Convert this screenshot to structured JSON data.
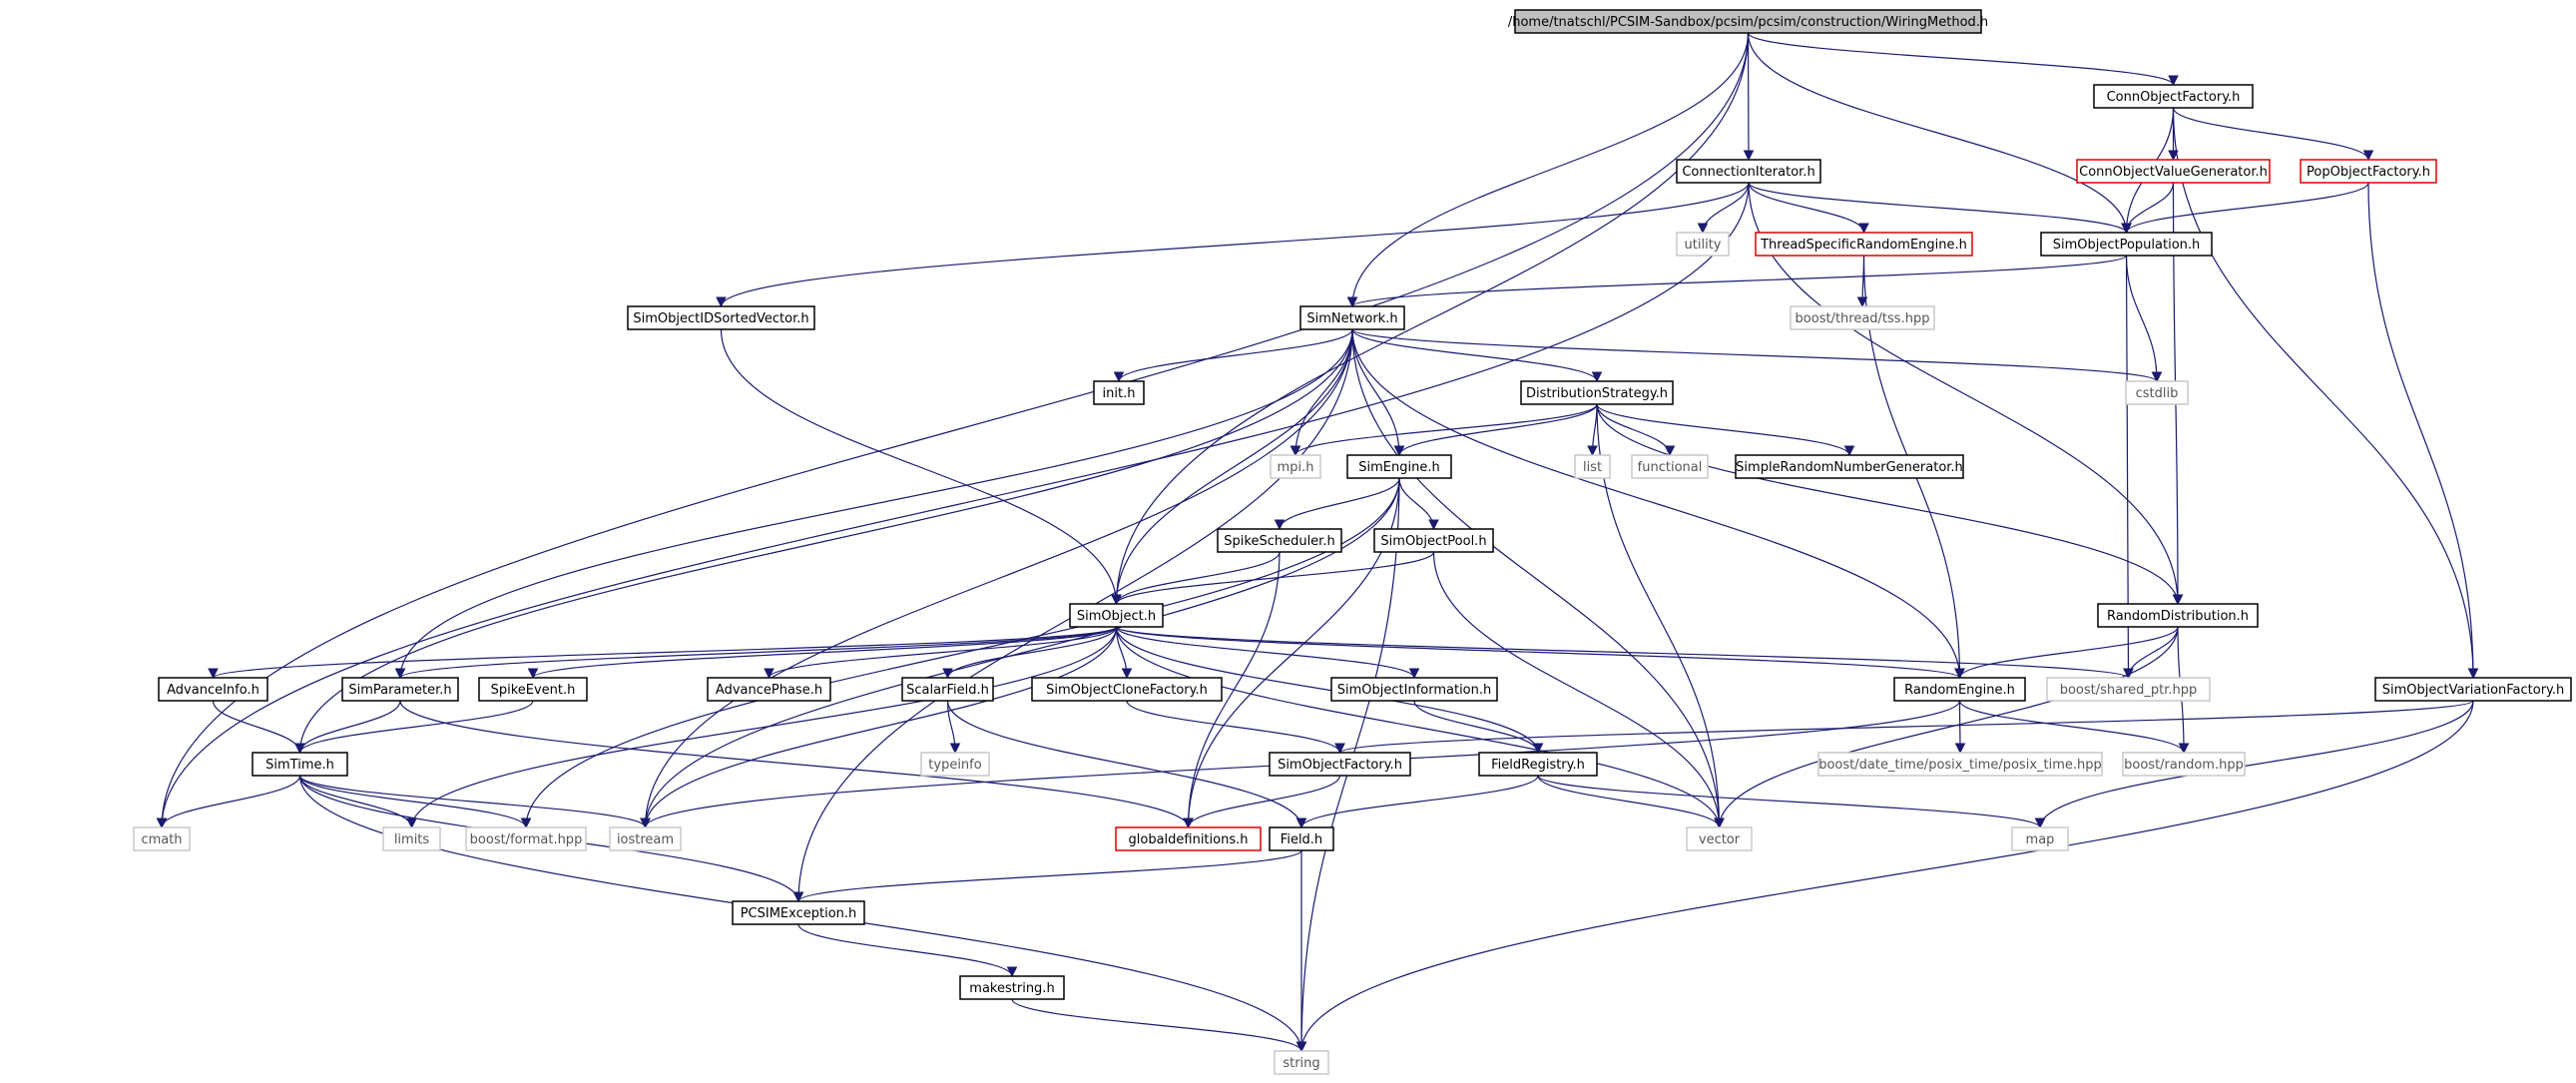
{
  "colors": {
    "edge": "#1a1a6e",
    "border_default": "#000000",
    "border_red": "#e00000",
    "border_system": "#c8c8c8",
    "fill_root": "#bfbfbf",
    "fill_default": "#ffffff"
  },
  "nodes": [
    {
      "id": "root",
      "label": "/home/tnatschl/PCSIM-Sandbox/pcsim/pcsim/construction/WiringMethod.h",
      "style": "root"
    },
    {
      "id": "connobjectfactory",
      "label": "ConnObjectFactory.h",
      "style": "normal"
    },
    {
      "id": "connectioniterator",
      "label": "ConnectionIterator.h",
      "style": "normal"
    },
    {
      "id": "connobjectvaluegenerator",
      "label": "ConnObjectValueGenerator.h",
      "style": "red"
    },
    {
      "id": "popobjectfactory",
      "label": "PopObjectFactory.h",
      "style": "red"
    },
    {
      "id": "utility",
      "label": "utility",
      "style": "system"
    },
    {
      "id": "threadspecificrandomengine",
      "label": "ThreadSpecificRandomEngine.h",
      "style": "red"
    },
    {
      "id": "simobjectpopulation",
      "label": "SimObjectPopulation.h",
      "style": "normal"
    },
    {
      "id": "simobjectidsortedvector",
      "label": "SimObjectIDSortedVector.h",
      "style": "normal"
    },
    {
      "id": "simnetwork",
      "label": "SimNetwork.h",
      "style": "normal"
    },
    {
      "id": "boostthreadtss",
      "label": "boost/thread/tss.hpp",
      "style": "system"
    },
    {
      "id": "inith",
      "label": "init.h",
      "style": "normal"
    },
    {
      "id": "distributionstrategy",
      "label": "DistributionStrategy.h",
      "style": "normal"
    },
    {
      "id": "cstdlib",
      "label": "cstdlib",
      "style": "system"
    },
    {
      "id": "mpih",
      "label": "mpi.h",
      "style": "system"
    },
    {
      "id": "simengine",
      "label": "SimEngine.h",
      "style": "normal"
    },
    {
      "id": "list",
      "label": "list",
      "style": "system"
    },
    {
      "id": "functional",
      "label": "functional",
      "style": "system"
    },
    {
      "id": "simplerandomnumbergenerator",
      "label": "SimpleRandomNumberGenerator.h",
      "style": "normal"
    },
    {
      "id": "spikescheduler",
      "label": "SpikeScheduler.h",
      "style": "normal"
    },
    {
      "id": "simobjectpool",
      "label": "SimObjectPool.h",
      "style": "normal"
    },
    {
      "id": "simobject",
      "label": "SimObject.h",
      "style": "normal"
    },
    {
      "id": "randomdistribution",
      "label": "RandomDistribution.h",
      "style": "normal"
    },
    {
      "id": "advanceinfo",
      "label": "AdvanceInfo.h",
      "style": "normal"
    },
    {
      "id": "simparameter",
      "label": "SimParameter.h",
      "style": "normal"
    },
    {
      "id": "spikeevent",
      "label": "SpikeEvent.h",
      "style": "normal"
    },
    {
      "id": "advancephase",
      "label": "AdvancePhase.h",
      "style": "normal"
    },
    {
      "id": "scalarfield",
      "label": "ScalarField.h",
      "style": "normal"
    },
    {
      "id": "simobjectclonefactory",
      "label": "SimObjectCloneFactory.h",
      "style": "normal"
    },
    {
      "id": "simobjectinformation",
      "label": "SimObjectInformation.h",
      "style": "normal"
    },
    {
      "id": "randomengine",
      "label": "RandomEngine.h",
      "style": "normal"
    },
    {
      "id": "boostsharedptr",
      "label": "boost/shared_ptr.hpp",
      "style": "system"
    },
    {
      "id": "simobjectvariationfactory",
      "label": "SimObjectVariationFactory.h",
      "style": "normal"
    },
    {
      "id": "simtime",
      "label": "SimTime.h",
      "style": "normal"
    },
    {
      "id": "typeinfo",
      "label": "typeinfo",
      "style": "system"
    },
    {
      "id": "simobjectfactory",
      "label": "SimObjectFactory.h",
      "style": "normal"
    },
    {
      "id": "fieldregistry",
      "label": "FieldRegistry.h",
      "style": "normal"
    },
    {
      "id": "boostposixtime",
      "label": "boost/date_time/posix_time/posix_time.hpp",
      "style": "system"
    },
    {
      "id": "boostrandom",
      "label": "boost/random.hpp",
      "style": "system"
    },
    {
      "id": "cmath",
      "label": "cmath",
      "style": "system"
    },
    {
      "id": "limits",
      "label": "limits",
      "style": "system"
    },
    {
      "id": "boostformat",
      "label": "boost/format.hpp",
      "style": "system"
    },
    {
      "id": "iostream",
      "label": "iostream",
      "style": "system"
    },
    {
      "id": "globaldefinitions",
      "label": "globaldefinitions.h",
      "style": "red"
    },
    {
      "id": "fieldh",
      "label": "Field.h",
      "style": "normal"
    },
    {
      "id": "vector",
      "label": "vector",
      "style": "system"
    },
    {
      "id": "map",
      "label": "map",
      "style": "system"
    },
    {
      "id": "pcsimexception",
      "label": "PCSIMException.h",
      "style": "normal"
    },
    {
      "id": "makestring",
      "label": "makestring.h",
      "style": "normal"
    },
    {
      "id": "string",
      "label": "string",
      "style": "system"
    }
  ],
  "edges": [
    [
      "root",
      "connobjectfactory"
    ],
    [
      "root",
      "connectioniterator"
    ],
    [
      "root",
      "simobjectpopulation"
    ],
    [
      "root",
      "simnetwork"
    ],
    [
      "root",
      "simobject"
    ],
    [
      "root",
      "cmath"
    ],
    [
      "connobjectfactory",
      "connobjectvaluegenerator"
    ],
    [
      "connobjectfactory",
      "popobjectfactory"
    ],
    [
      "connobjectfactory",
      "simobjectpopulation"
    ],
    [
      "connobjectfactory",
      "simobjectvariationfactory"
    ],
    [
      "connobjectvaluegenerator",
      "simobjectpopulation"
    ],
    [
      "connobjectvaluegenerator",
      "randomdistribution"
    ],
    [
      "popobjectfactory",
      "simobjectpopulation"
    ],
    [
      "popobjectfactory",
      "simobjectvariationfactory"
    ],
    [
      "connectioniterator",
      "utility"
    ],
    [
      "connectioniterator",
      "threadspecificrandomengine"
    ],
    [
      "connectioniterator",
      "simobjectpopulation"
    ],
    [
      "connectioniterator",
      "simobjectidsortedvector"
    ],
    [
      "connectioniterator",
      "randomdistribution"
    ],
    [
      "connectioniterator",
      "cmath"
    ],
    [
      "threadspecificrandomengine",
      "boostthreadtss"
    ],
    [
      "threadspecificrandomengine",
      "randomengine"
    ],
    [
      "simobjectpopulation",
      "simnetwork"
    ],
    [
      "simobjectpopulation",
      "cstdlib"
    ],
    [
      "simobjectpopulation",
      "boostsharedptr"
    ],
    [
      "simobjectidsortedvector",
      "simobject"
    ],
    [
      "simnetwork",
      "inith"
    ],
    [
      "simnetwork",
      "distributionstrategy"
    ],
    [
      "simnetwork",
      "cstdlib"
    ],
    [
      "simnetwork",
      "mpih"
    ],
    [
      "simnetwork",
      "simengine"
    ],
    [
      "simnetwork",
      "simobject"
    ],
    [
      "simnetwork",
      "randomengine"
    ],
    [
      "simnetwork",
      "simparameter"
    ],
    [
      "simnetwork",
      "simtime"
    ],
    [
      "simnetwork",
      "iostream"
    ],
    [
      "simnetwork",
      "vector"
    ],
    [
      "simnetwork",
      "pcsimexception"
    ],
    [
      "distributionstrategy",
      "mpih"
    ],
    [
      "distributionstrategy",
      "simengine"
    ],
    [
      "distributionstrategy",
      "list"
    ],
    [
      "distributionstrategy",
      "functional"
    ],
    [
      "distributionstrategy",
      "simplerandomnumbergenerator"
    ],
    [
      "distributionstrategy",
      "randomdistribution"
    ],
    [
      "distributionstrategy",
      "vector"
    ],
    [
      "simengine",
      "spikescheduler"
    ],
    [
      "simengine",
      "simobjectpool"
    ],
    [
      "simengine",
      "iostream"
    ],
    [
      "simengine",
      "string"
    ],
    [
      "simengine",
      "globaldefinitions"
    ],
    [
      "simengine",
      "boostformat"
    ],
    [
      "spikescheduler",
      "simobject"
    ],
    [
      "spikescheduler",
      "globaldefinitions"
    ],
    [
      "simobjectpool",
      "simobject"
    ],
    [
      "simobjectpool",
      "vector"
    ],
    [
      "simobject",
      "advanceinfo"
    ],
    [
      "simobject",
      "simparameter"
    ],
    [
      "simobject",
      "spikeevent"
    ],
    [
      "simobject",
      "advancephase"
    ],
    [
      "simobject",
      "scalarfield"
    ],
    [
      "simobject",
      "simobjectclonefactory"
    ],
    [
      "simobject",
      "simobjectinformation"
    ],
    [
      "simobject",
      "randomengine"
    ],
    [
      "simobject",
      "boostsharedptr"
    ],
    [
      "simobject",
      "fieldregistry"
    ],
    [
      "simobject",
      "iostream"
    ],
    [
      "simobject",
      "limits"
    ],
    [
      "simobject",
      "vector"
    ],
    [
      "randomdistribution",
      "randomengine"
    ],
    [
      "randomdistribution",
      "boostsharedptr"
    ],
    [
      "randomdistribution",
      "boostrandom"
    ],
    [
      "randomdistribution",
      "vector"
    ],
    [
      "randomengine",
      "boostposixtime"
    ],
    [
      "randomengine",
      "boostrandom"
    ],
    [
      "randomengine",
      "iostream"
    ],
    [
      "simobjectvariationfactory",
      "simobjectfactory"
    ],
    [
      "simobjectvariationfactory",
      "map"
    ],
    [
      "simobjectvariationfactory",
      "string"
    ],
    [
      "advanceinfo",
      "simtime"
    ],
    [
      "simparameter",
      "simtime"
    ],
    [
      "simparameter",
      "globaldefinitions"
    ],
    [
      "spikeevent",
      "simtime"
    ],
    [
      "scalarfield",
      "typeinfo"
    ],
    [
      "scalarfield",
      "fieldh"
    ],
    [
      "simobjectclonefactory",
      "simobjectfactory"
    ],
    [
      "simobjectinformation",
      "fieldregistry"
    ],
    [
      "simobjectfactory",
      "globaldefinitions"
    ],
    [
      "fieldregistry",
      "fieldh"
    ],
    [
      "fieldregistry",
      "vector"
    ],
    [
      "fieldregistry",
      "map"
    ],
    [
      "fieldh",
      "pcsimexception"
    ],
    [
      "fieldh",
      "string"
    ],
    [
      "simtime",
      "cmath"
    ],
    [
      "simtime",
      "limits"
    ],
    [
      "simtime",
      "boostformat"
    ],
    [
      "simtime",
      "iostream"
    ],
    [
      "simtime",
      "pcsimexception"
    ],
    [
      "simtime",
      "string"
    ],
    [
      "pcsimexception",
      "makestring"
    ],
    [
      "makestring",
      "string"
    ]
  ]
}
